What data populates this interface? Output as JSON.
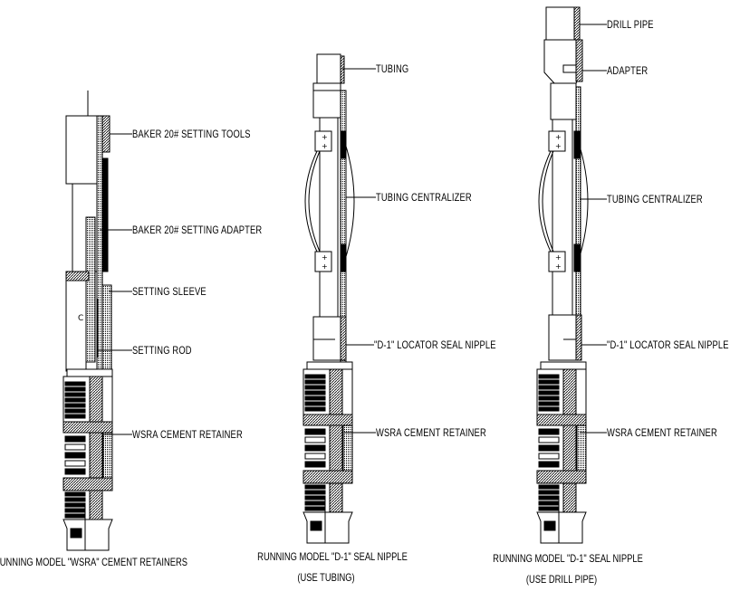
{
  "tools": [
    {
      "labels": [
        "BAKER 20# SETTING TOOLS",
        "BAKER 20# SETTING ADAPTER",
        "SETTING SLEEVE",
        "SETTING ROD",
        "WSRA CEMENT RETAINER"
      ],
      "caption": [
        "RUNNING MODEL \"WSRA\" CEMENT RETAINERS"
      ]
    },
    {
      "labels": [
        "TUBING",
        "TUBING CENTRALIZER",
        "\"D-1\" LOCATOR SEAL NIPPLE",
        "WSRA CEMENT RETAINER"
      ],
      "caption": [
        "RUNNING MODEL \"D-1\" SEAL NIPPLE",
        "(USE TUBING)"
      ]
    },
    {
      "labels": [
        "DRILL PIPE",
        "ADAPTER",
        "TUBING CENTRALIZER",
        "\"D-1\" LOCATOR SEAL NIPPLE",
        "WSRA CEMENT RETAINER"
      ],
      "caption": [
        "RUNNING MODEL \"D-1\" SEAL NIPPLE",
        "(USE DRILL PIPE)"
      ]
    }
  ]
}
